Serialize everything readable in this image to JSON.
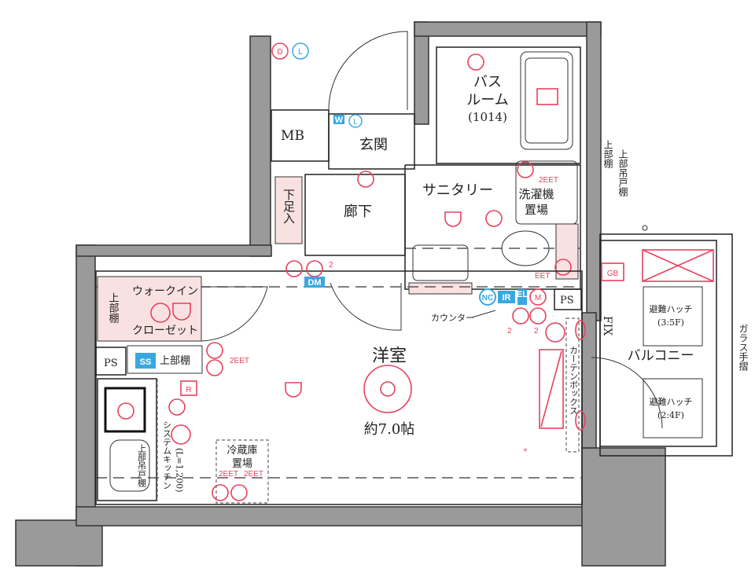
{
  "rooms": {
    "bath": {
      "line1": "バス",
      "line2": "ルーム",
      "size": "(1014)"
    },
    "sanitary": "サニタリー",
    "washer": {
      "line1": "洗濯機",
      "line2": "置場"
    },
    "entrance": "玄関",
    "mb": "MB",
    "corridor": "廊下",
    "shoe_storage": "下足入",
    "western_room": {
      "name": "洋室",
      "size": "約7.0帖"
    },
    "walk_in_closet": {
      "line1": "ウォークイン",
      "line2": "クローゼット"
    },
    "closet_upper_shelf": "上部棚",
    "ps_left": "PS",
    "upper_shelf": "上部棚",
    "system_kitchen": "システムキッチン",
    "kitchen_length": "(L=1,200)",
    "kitchen_upper_cabinet": "上部吊戸棚",
    "fridge": {
      "line1": "冷蔵庫",
      "line2": "置場"
    },
    "counter": "カウンター",
    "curtain_box": "カーテンボックス",
    "fix": "FIX",
    "balcony": "バルコニー",
    "hatch_upper": {
      "line1": "避難ハッチ",
      "line2": "(3:5F)"
    },
    "hatch_lower": {
      "line1": "避難ハッチ",
      "line2": "(2:4F)"
    },
    "glass_railing": "ガラス手摺",
    "ps_right": "PS",
    "gb": "GB",
    "sanitary_upper_shelf": "上部棚",
    "sanitary_upper_cabinet": "上部吊戸棚"
  },
  "symbols": {
    "d": "D",
    "l1": "L",
    "w": "W",
    "l2": "L",
    "dm": "DM",
    "ss": "SS",
    "nc": "NC",
    "ir": "IR",
    "el": "EL",
    "m": "M",
    "r": "R",
    "eet_2_a": "2EET",
    "eet_2_b": "2EET",
    "eet_2_c": "2EET",
    "eet_2_d": "2EET",
    "eet": "EET",
    "two_a": "2",
    "two_b": "2",
    "two_c": "2"
  },
  "colors": {
    "wall": "#9a9a9a",
    "electrical": "#e8405e",
    "blue_badge": "#39a8e0",
    "storage": "#f9e1e1"
  }
}
